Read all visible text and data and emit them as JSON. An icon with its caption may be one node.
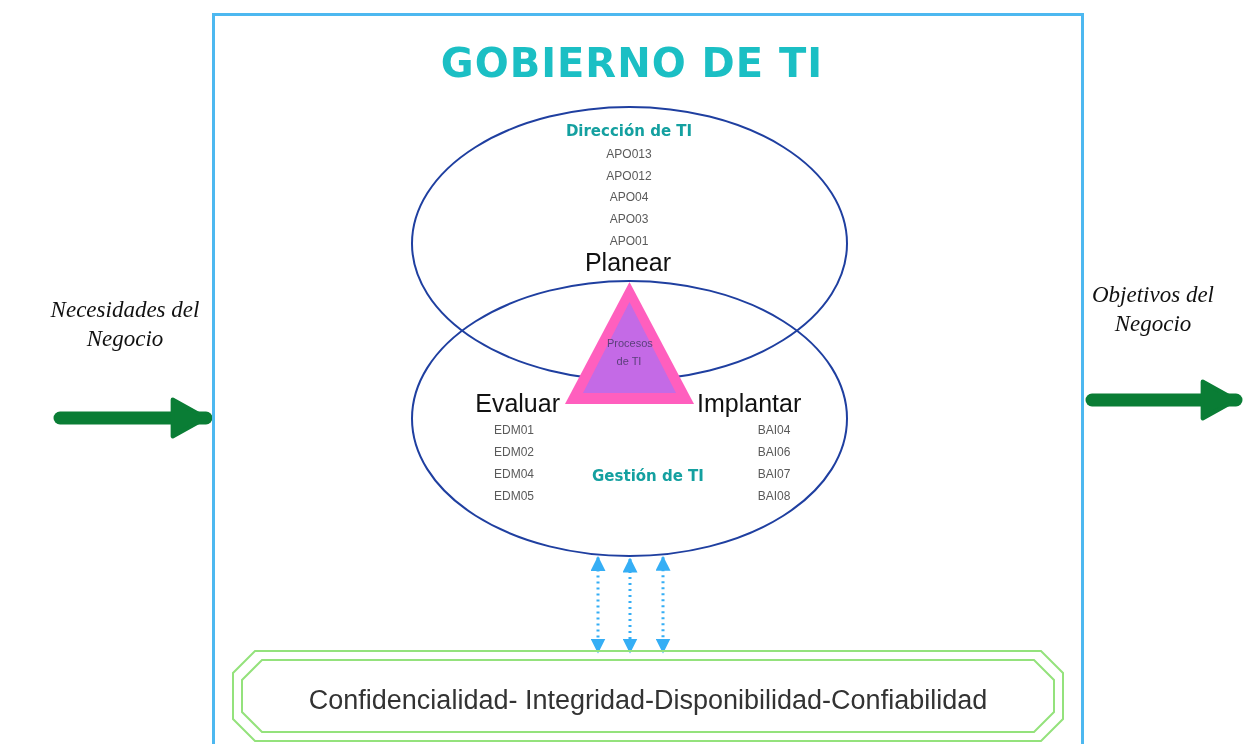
{
  "diagram": {
    "nodes": [
      {
        "text": [
          "GOBIERNO DE TI"
        ]
      },
      {
        "text": [
          "Dirección de TI",
          "APO013",
          "APO012",
          "APO04",
          "APO03",
          "APO01"
        ],
        "in": 0
      },
      {
        "text": [
          "Gestión de TI",
          "EDM01",
          "EDM02",
          "EDM04",
          "EDM05",
          "BAI04",
          "BAI06",
          "BAI07",
          "BAI08"
        ],
        "in": 0
      },
      {
        "text": [
          "Procesos de TI"
        ],
        "in": 2,
        "beside": [
          "Planear",
          "Evaluar",
          "Implantar"
        ]
      },
      {
        "text": [
          "Confidencialidad- Integridad-Disponibilidad-Confiabilidad"
        ],
        "in": 0
      }
    ],
    "edges": [
      {
        "from": 2,
        "to": 4,
        "arrow": "both",
        "style": "dashed"
      },
      {
        "from": 2,
        "to": 4,
        "arrow": "both",
        "style": "dashed"
      },
      {
        "from": 2,
        "to": 4,
        "arrow": "both",
        "style": "dashed"
      },
      {
        "from": null,
        "to": 0,
        "arrow": "to",
        "style": "thick",
        "color": "#0a7d35"
      },
      {
        "from": 0,
        "to": null,
        "arrow": "to",
        "style": "thick",
        "color": "#0a7d35"
      }
    ],
    "labels": [
      "Necesidades del Negocio",
      "Objetivos del Negocio"
    ]
  }
}
